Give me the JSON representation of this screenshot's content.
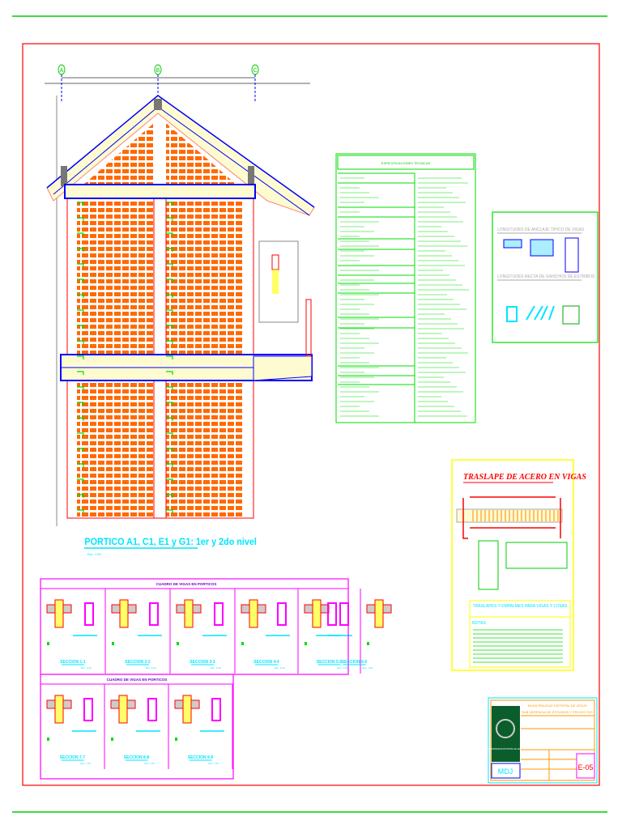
{
  "sheet": {
    "colors": {
      "frame": "#ff0000",
      "sheet_lines": "#00cc00",
      "brick": "#ff6a00",
      "beam": "#0000ff",
      "annotation": "#00ffff",
      "sections": "#ff00ff",
      "traslape_frame": "#ffff00"
    }
  },
  "elevation": {
    "axes": [
      "A",
      "B",
      "C"
    ],
    "title": "PORTICO A1, C1, E1 y G1: 1er y 2do nivel",
    "scale": "Esc. 1:50"
  },
  "specs": {
    "header": "ESPECIFICACIONES TECNICAS"
  },
  "anchorage": {
    "title1": "LONGITUDES DE ANCLAJE TIPICO DE VIGAS",
    "title2": "LONGITUDES RECTA DE GANCHOS DE ESTRIBOS"
  },
  "traslape": {
    "title": "TRASLAPE DE ACERO EN VIGAS",
    "subtitle": "TRASLAPES Y EMPALMES PARA VIGAS Y LOSAS",
    "notes_label": "NOTAS"
  },
  "sections": {
    "title": "CUADRO DE VIGAS EN PORTICOS",
    "row1": [
      "SECCION 1-1",
      "SECCION 2-2",
      "SECCION 3-3",
      "SECCION 4-4",
      "SECCION 5-5",
      "SECCION 6-6"
    ],
    "row2": [
      "SECCION 7-7",
      "SECCION 8-8",
      "SECCION 9-9"
    ],
    "scale": "Esc. 1:25"
  },
  "title_block": {
    "org": "MUNICIPALIDAD DISTRITAL DE JESUS",
    "dept": "SUB GERENCIA DE ESTUDIOS Y PROYECTOS",
    "logo_text": "MUNICIPALIDAD DISTRITAL DE JESUS",
    "abbr": "MDJ",
    "sheet_number": "E-05"
  }
}
